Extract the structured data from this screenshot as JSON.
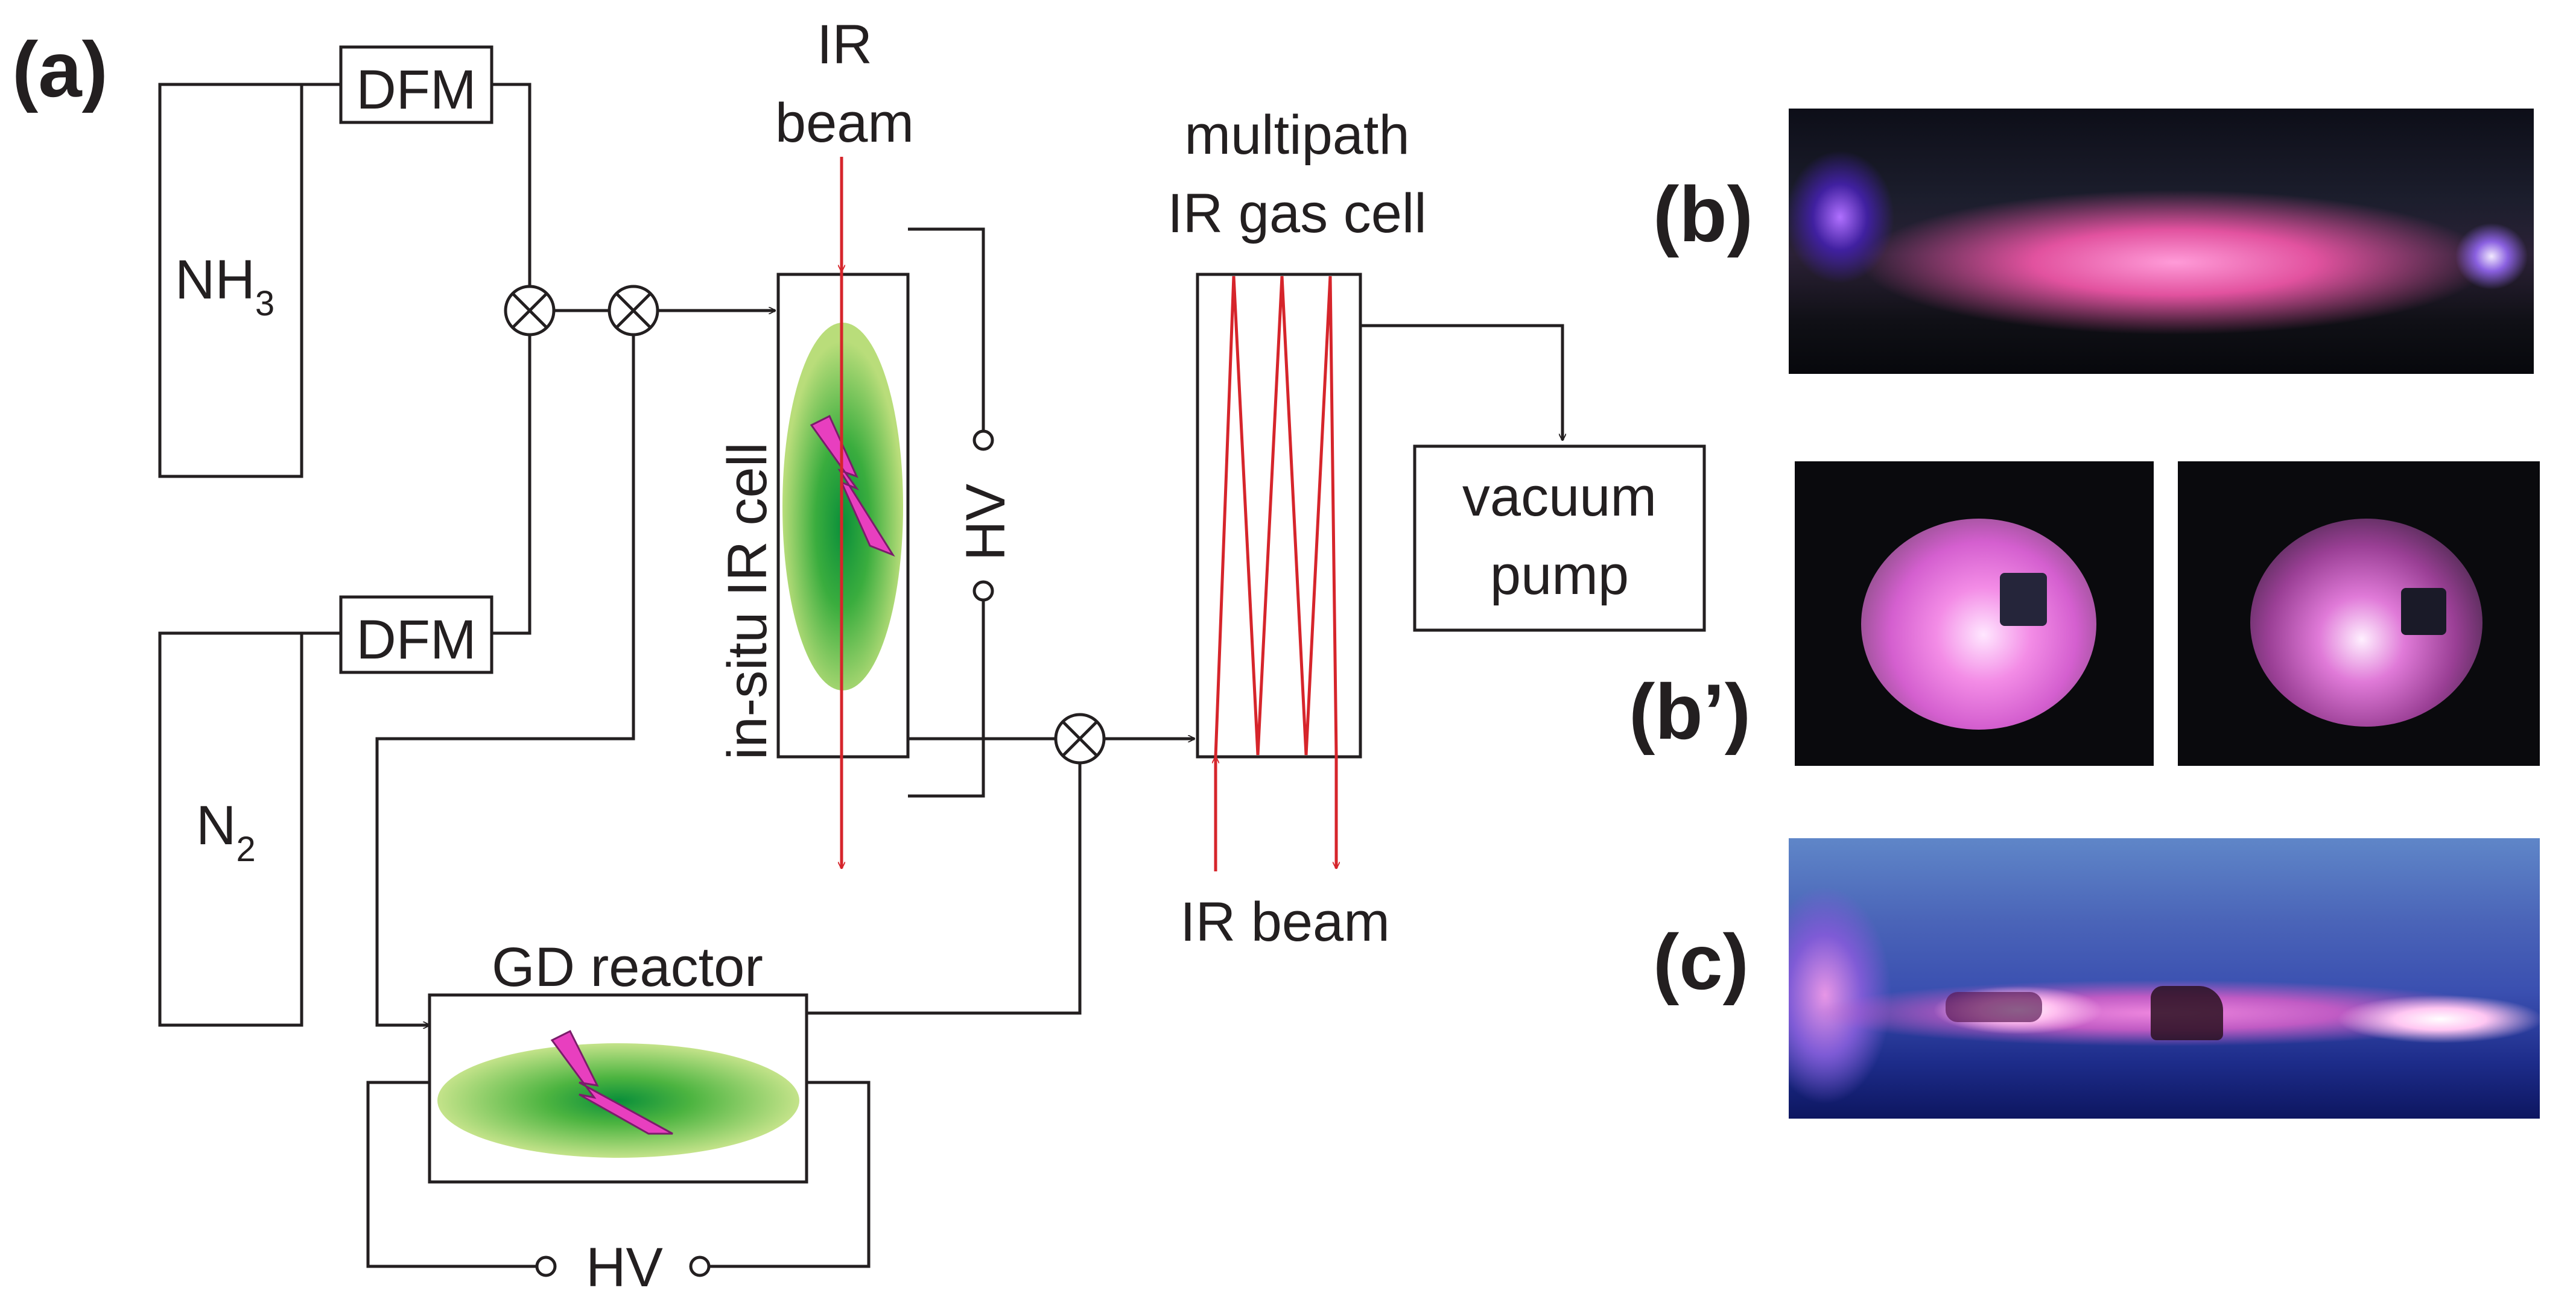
{
  "panels": {
    "a": "(a)",
    "b": "(b)",
    "b_prime": "(b’)",
    "c": "(c)"
  },
  "labels": {
    "dfm_top": "DFM",
    "dfm_bottom": "DFM",
    "nh3_main": "NH",
    "nh3_sub": "3",
    "n2_main": "N",
    "n2_sub": "2",
    "ir_beam_top_1": "IR",
    "ir_beam_top_2": "beam",
    "in_situ_cell": "in-situ IR cell",
    "hv_cell": "HV",
    "gas_cell_1": "multipath",
    "gas_cell_2": "IR gas cell",
    "vacuum_1": "vacuum",
    "vacuum_2": "pump",
    "ir_beam_bottom": "IR beam",
    "gd_reactor": "GD reactor",
    "hv_reactor": "HV"
  },
  "colors": {
    "line": "#231f20",
    "ir_beam": "#d6252b",
    "plasma_green": "#8cc63f",
    "plasma_core": "#0a8f3a",
    "discharge_bolt": "#e83fbf"
  },
  "icons": {
    "valve": "valve-cross-icon",
    "discharge": "lightning-bolt-icon",
    "terminal": "open-circle-terminal-icon"
  }
}
